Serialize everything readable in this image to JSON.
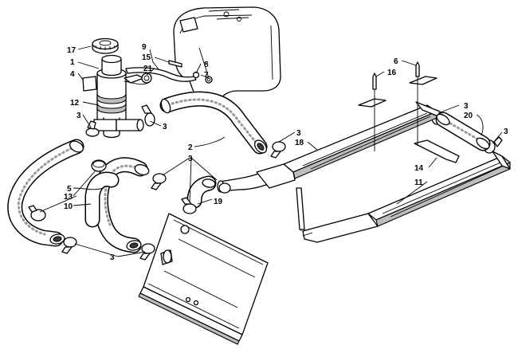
{
  "diagram": {
    "callouts": [
      {
        "id": "c17",
        "label": "17"
      },
      {
        "id": "c9",
        "label": "9"
      },
      {
        "id": "c15",
        "label": "15"
      },
      {
        "id": "c1",
        "label": "1"
      },
      {
        "id": "c21",
        "label": "21"
      },
      {
        "id": "c8",
        "label": "8"
      },
      {
        "id": "c7",
        "label": "7"
      },
      {
        "id": "c4",
        "label": "4"
      },
      {
        "id": "c12",
        "label": "12"
      },
      {
        "id": "c3a",
        "label": "3"
      },
      {
        "id": "c3b",
        "label": "3"
      },
      {
        "id": "c2",
        "label": "2"
      },
      {
        "id": "c3c",
        "label": "3"
      },
      {
        "id": "c18",
        "label": "18"
      },
      {
        "id": "c3d",
        "label": "3"
      },
      {
        "id": "c5",
        "label": "5"
      },
      {
        "id": "c13",
        "label": "13"
      },
      {
        "id": "c10",
        "label": "10"
      },
      {
        "id": "c19",
        "label": "19"
      },
      {
        "id": "c3e",
        "label": "3"
      },
      {
        "id": "c6",
        "label": "6"
      },
      {
        "id": "c16",
        "label": "16"
      },
      {
        "id": "c3f",
        "label": "3"
      },
      {
        "id": "c20",
        "label": "20"
      },
      {
        "id": "c3g",
        "label": "3"
      },
      {
        "id": "c14",
        "label": "14"
      },
      {
        "id": "c11",
        "label": "11"
      }
    ]
  }
}
